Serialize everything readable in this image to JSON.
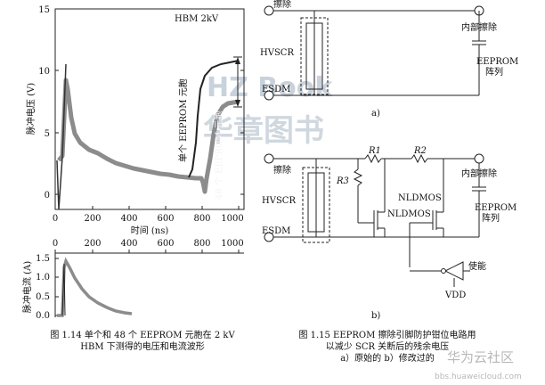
{
  "watermarks": {
    "logo_text": "HZ Book",
    "logo_cn": "华章图书",
    "site_cn": "华为云社区",
    "site_url": "bbs.huaweicloud.com"
  },
  "fig114": {
    "top_plot": {
      "ylabel": "脉冲电压 (V)",
      "xlabel": "时间 (ns)",
      "yticks": [
        "0",
        "5",
        "10",
        "15"
      ],
      "xticks": [
        "0",
        "200",
        "400",
        "600",
        "800",
        "1000"
      ],
      "annot_hbm": "HBM 2kV",
      "label_single": "单个 EEPROM 元胞",
      "label_48": "48 个 EEPROM 元胞"
    },
    "bottom_plot": {
      "ylabel": "脉冲电流 (A)",
      "xticks": [
        "0",
        "200",
        "400",
        "600",
        "800",
        "1000"
      ],
      "yticks": [
        "0.0",
        "0.5",
        "1.0",
        "1.5"
      ]
    },
    "caption_line1": "图 1.14   单个和 48 个 EEPROM 元胞在 2 kV",
    "caption_line2": "HBM 下测得的电压和电流波形"
  },
  "fig115": {
    "panel_a": {
      "erase": "擦除",
      "hvscr": "HVSCR",
      "esdm": "ESDM",
      "internal_erase": "内部擦除",
      "eeprom": "EEPROM",
      "array": "阵列",
      "label": "a)"
    },
    "panel_b": {
      "erase": "擦除",
      "hvscr": "HVSCR",
      "esdm": "ESDM",
      "r1": "R1",
      "r2": "R2",
      "r3": "R3",
      "nldmos1": "NLDMOS",
      "nldmos2": "NLDMOS",
      "internal_erase": "内部擦除",
      "eeprom": "EEPROM",
      "array": "阵列",
      "enable": "使能",
      "vdd": "VDD",
      "label": "b)"
    },
    "caption_line1": "图 1.15   EEPROM 擦除引脚防护钳位电路用",
    "caption_line2": "以减少 SCR 关断后的残余电压",
    "caption_line3": "a）原始的   b）修改过的"
  }
}
